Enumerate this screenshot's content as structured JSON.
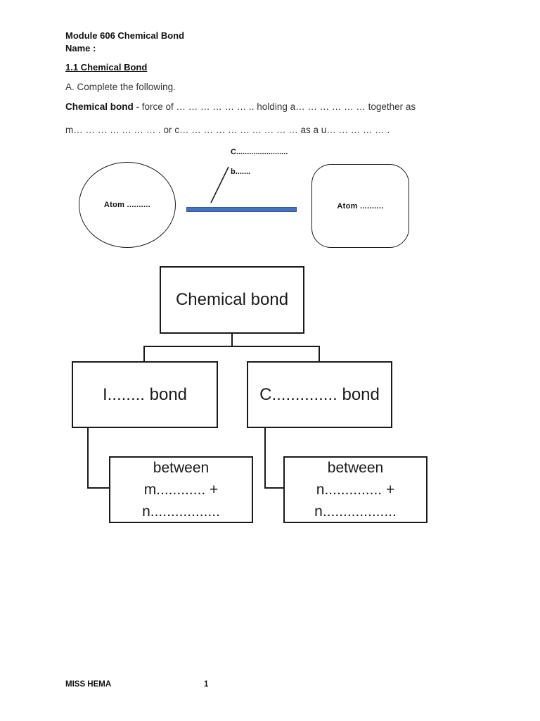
{
  "doc": {
    "title_line": "Module 606 Chemical Bond",
    "name_line": "Name :",
    "section_heading": "1.1 Chemical Bond",
    "instruction": "A. Complete the following.",
    "definition": {
      "term": "Chemical bond",
      "line1_rest": " - force of … … … … … … .. holding a… … … … … …  together as",
      "line2": "m… … … … … … … . or c… … … … … … … … … …  as a u… … … … … ."
    },
    "footer": {
      "author": "MISS HEMA",
      "page_number": "1"
    }
  },
  "bond_diagram": {
    "covalent_blank_label": "C........................",
    "bond_blank_label": "b.......",
    "atom_left_label": "Atom ..........",
    "atom_right_label": "Atom ..........",
    "bond_color": "#4472c4"
  },
  "flowchart": {
    "root_label": "Chemical bond",
    "ionic_box_label": "I........ bond",
    "covalent_box_label": "C.............. bond",
    "ionic_detail_lines": [
      "between",
      "m............ +",
      "n................."
    ],
    "covalent_detail_lines": [
      "between",
      "n.............. +",
      "n.................."
    ]
  }
}
